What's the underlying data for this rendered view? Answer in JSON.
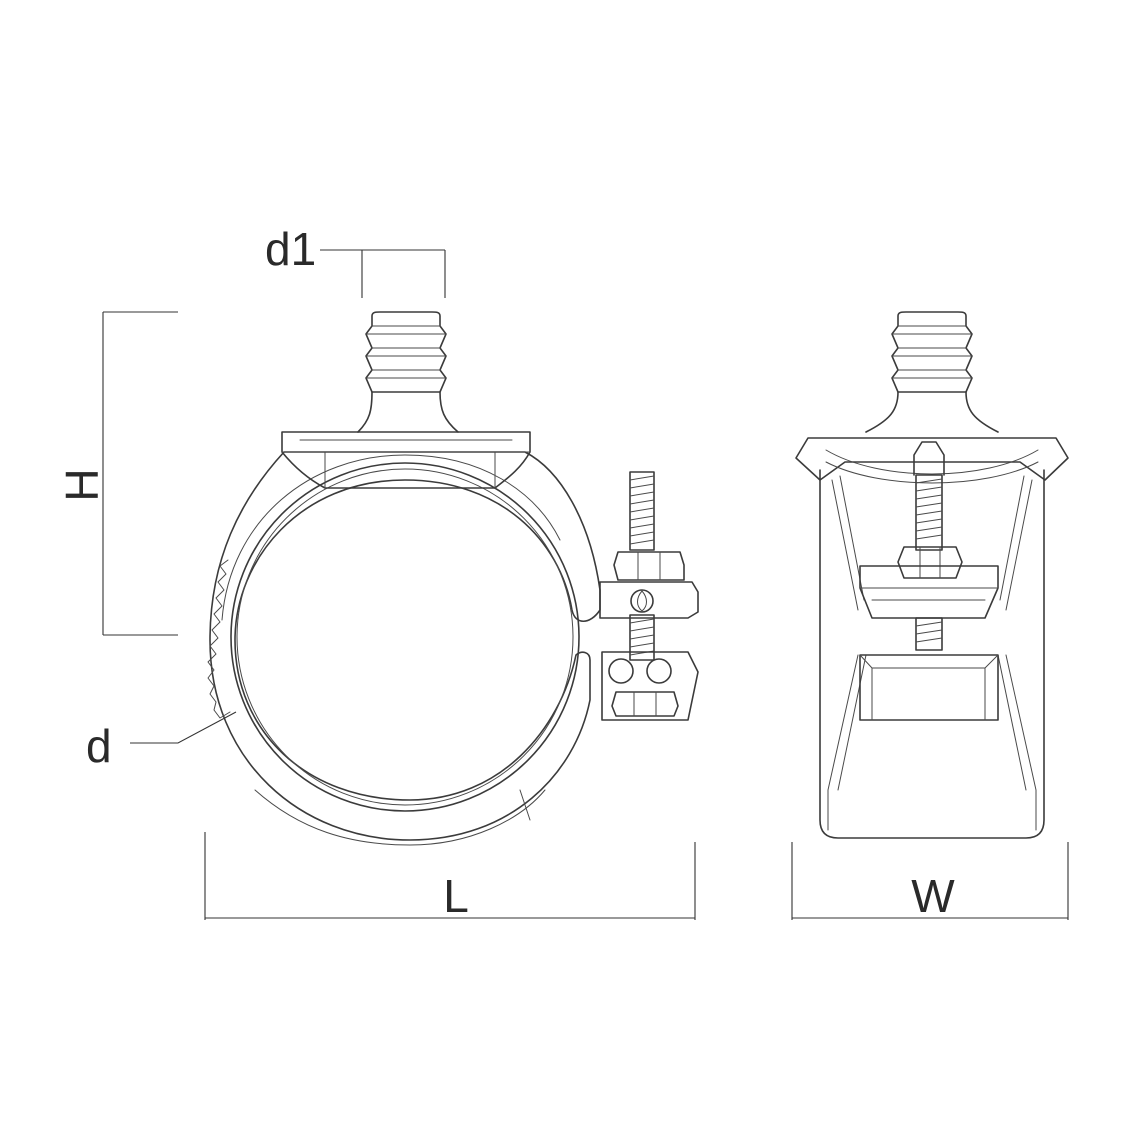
{
  "labels": {
    "d1": "d1",
    "H": "H",
    "d": "d",
    "L": "L",
    "W": "W"
  },
  "colors": {
    "line": "#3b3b3b",
    "text": "#2a2a2a",
    "background": "#ffffff"
  }
}
